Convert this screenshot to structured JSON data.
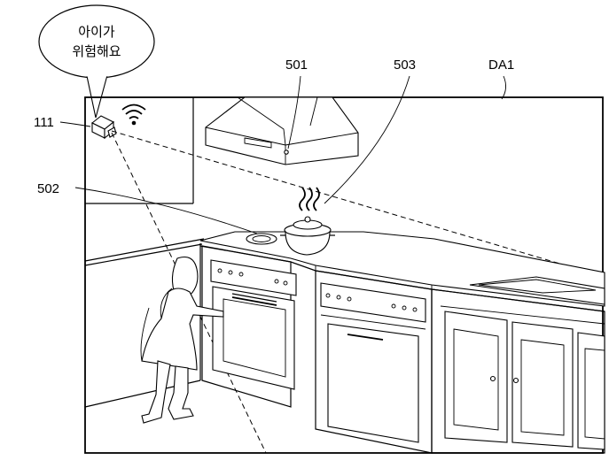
{
  "speech_bubble": {
    "line1": "아이가",
    "line2": "위험해요"
  },
  "labels": {
    "camera": "111",
    "range_hood": "501",
    "stove_burner": "502",
    "pot": "503",
    "display_area": "DA1"
  },
  "icons": {
    "camera": "camera-icon",
    "wifi": "wifi-icon",
    "steam": "steam-icon"
  }
}
